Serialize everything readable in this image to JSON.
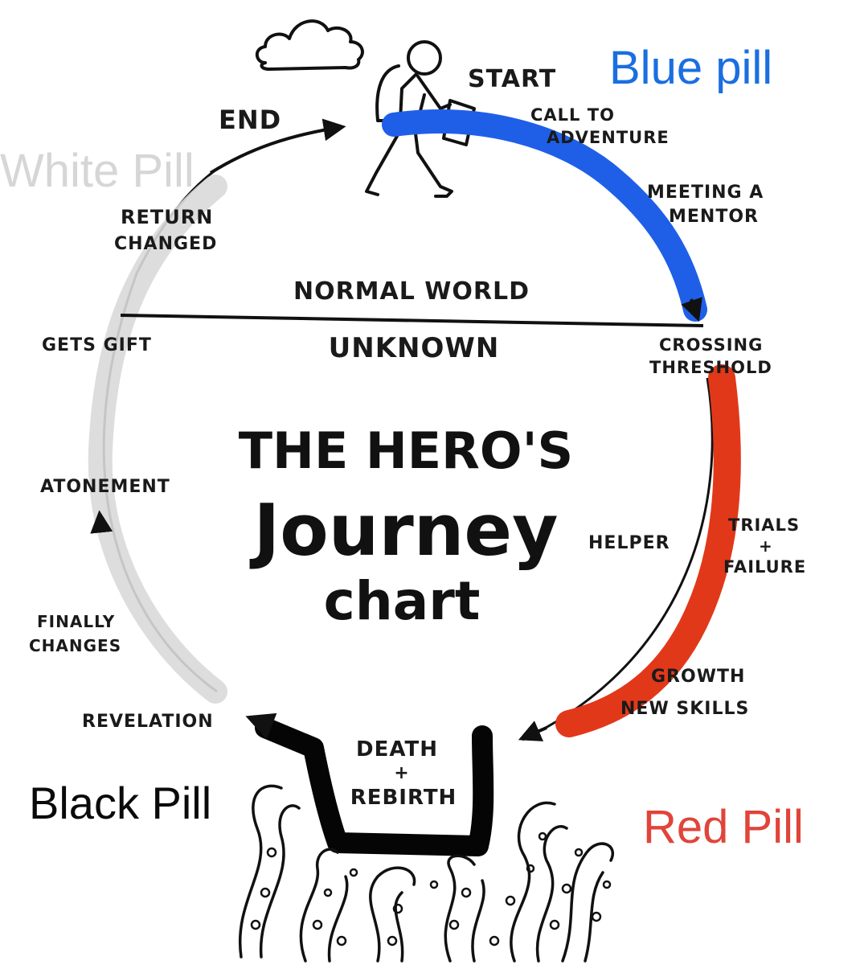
{
  "diagram": {
    "title_lines": [
      "THE HERO'S",
      "Journey",
      "chart"
    ],
    "regions": {
      "upper": "NORMAL WORLD",
      "lower": "UNKNOWN"
    },
    "stages": {
      "start": "START",
      "call": [
        "CALL TO",
        "ADVENTURE"
      ],
      "mentor": [
        "MEETING A",
        "MENTOR"
      ],
      "crossing": [
        "CROSSING",
        "THRESHOLD"
      ],
      "helper": "HELPER",
      "trials": [
        "TRIALS",
        "+",
        "FAILURE"
      ],
      "growth": [
        "GROWTH",
        "NEW SKILLS"
      ],
      "death": [
        "DEATH",
        "+",
        "REBIRTH"
      ],
      "revelation": "REVELATION",
      "changes": [
        "FINALLY",
        "CHANGES"
      ],
      "atonement": "ATONEMENT",
      "gift": "GETS GIFT",
      "return": [
        "RETURN",
        "CHANGED"
      ],
      "end": "END"
    },
    "pills": {
      "blue": {
        "label": "Blue pill",
        "color": "#1a6fe0"
      },
      "red": {
        "label": "Red Pill",
        "color": "#e0443a"
      },
      "black": {
        "label": "Black Pill",
        "color": "#0a0a0a"
      },
      "white": {
        "label": "White Pill",
        "color": "#d6d6d6"
      }
    },
    "arc_colors": {
      "blue": "#1f5fe8",
      "red": "#e2381a",
      "black": "#050505",
      "white": "#d9d9d9"
    }
  }
}
